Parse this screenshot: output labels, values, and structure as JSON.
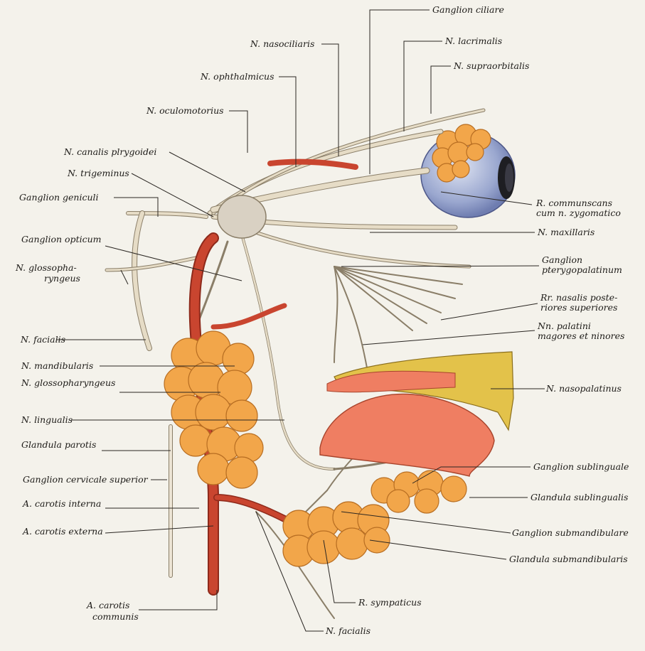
{
  "labels": {
    "ganglion_ciliare": "Ganglion ciliare",
    "n_nasociliaris": "N. nasociliaris",
    "n_lacrimalis": "N. lacrimalis",
    "n_ophthalmicus": "N. ophthalmicus",
    "n_supraorbitalis": "N. supraorbitalis",
    "n_oculomotorius": "N. oculomotorius",
    "n_canalis": "N. canalis plrygoidei",
    "n_trigeminus": "N. trigeminus",
    "ganglion_geniculi": "Ganglion geniculi",
    "r_comm_1": "R. communscans",
    "r_comm_2": "cum n. zygomatico",
    "n_maxillaris": "N. maxillaris",
    "ganglion_opticum": "Ganglion opticum",
    "ggl_ptery_1": "Ganglion",
    "ggl_ptery_2": "pterygopalatinum",
    "n_glosso_1": "N. glossopha-",
    "n_glosso_2": "ryngeus",
    "rr_nasalis_1": "Rr. nasalis poste-",
    "rr_nasalis_2": "riores superiores",
    "n_facialis": "N. facialis",
    "nn_palatini_1": "Nn. palatini",
    "nn_palatini_2": "magores et ninores",
    "n_mandibularis": "N. mandibularis",
    "n_glossopharyngeus": "N. glossopharyngeus",
    "n_nasopalatinus": "N. nasopalatinus",
    "n_lingualis": "N. lingualis",
    "glandula_parotis": "Glandula parotis",
    "ganglion_sublinguale": "Ganglion sublinguale",
    "ganglion_cervicale": "Ganglion cervicale superior",
    "glandula_sublingualis": "Glandula sublingualis",
    "a_carotis_interna": "A. carotis interna",
    "ganglion_submandibulare": "Ganglion submandibulare",
    "a_carotis_externa": "A. carotis externa",
    "glandula_submandibularis": "Glandula submandibularis",
    "r_sympaticus": "R. sympaticus",
    "a_carotis_comm_1": "A. carotis",
    "a_carotis_comm_2": "communis",
    "n_facialis_bottom": "N. facialis"
  },
  "colors": {
    "nerve": "#e6dcc6",
    "nerve_stroke": "#8a7e68",
    "artery": "#c9452f",
    "gland": "#f2a64a",
    "gland_stroke": "#b86e22",
    "tongue": "#ef7e62",
    "bone": "#e3c24a",
    "eye": "#a9b4d6"
  }
}
